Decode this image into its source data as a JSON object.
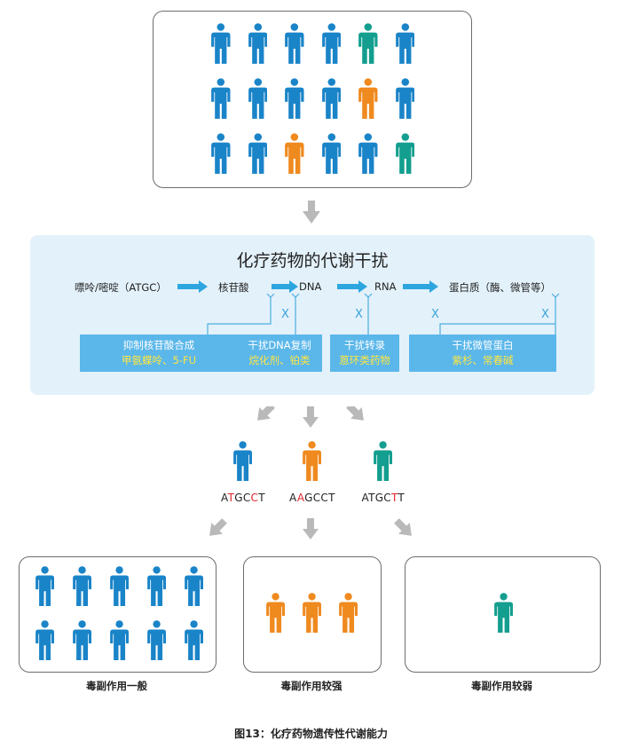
{
  "colors": {
    "blue": "#1a84c8",
    "orange": "#ef8a1f",
    "teal": "#139e8f",
    "red": "#e2232a",
    "accent": "#5bb7ea",
    "yellow": "#ffe640"
  },
  "icons": {
    "person": "person-icon",
    "arrow": "gray-down-arrow-icon"
  },
  "population": {
    "rows": [
      [
        "blue",
        "blue",
        "blue",
        "blue",
        "teal",
        "blue"
      ],
      [
        "blue",
        "blue",
        "blue",
        "blue",
        "orange",
        "blue"
      ],
      [
        "blue",
        "blue",
        "orange",
        "blue",
        "blue",
        "teal"
      ]
    ]
  },
  "panel": {
    "title": "化疗药物的代谢干扰",
    "flow": [
      "嘌呤/嘧啶（ATGC）",
      "核苷酸",
      "DNA",
      "RNA",
      "蛋白质（酶、微管等）"
    ],
    "block_mark": "X",
    "mechanisms": [
      {
        "line1": "抑制核苷酸合成",
        "line2": "甲氨蝶呤、5-FU"
      },
      {
        "line1": "干扰DNA复制",
        "line2": "烷化剂、铂类"
      },
      {
        "line1": "干扰转录",
        "line2": "蒽环类药物"
      },
      {
        "line1": "干扰微管蛋白",
        "line2": "紫杉、常春碱"
      }
    ]
  },
  "genotypes": [
    {
      "color": "blue",
      "parts": [
        {
          "t": "A",
          "red": false
        },
        {
          "t": "T",
          "red": true
        },
        {
          "t": "GC",
          "red": false
        },
        {
          "t": "C",
          "red": true
        },
        {
          "t": "T",
          "red": false
        }
      ]
    },
    {
      "color": "orange",
      "parts": [
        {
          "t": "A",
          "red": false
        },
        {
          "t": "A",
          "red": true
        },
        {
          "t": "GCCT",
          "red": false
        }
      ]
    },
    {
      "color": "teal",
      "parts": [
        {
          "t": "ATGC",
          "red": false
        },
        {
          "t": "T",
          "red": true
        },
        {
          "t": "T",
          "red": false
        }
      ]
    }
  ],
  "outcomes": [
    {
      "label": "毒副作用一般",
      "color": "blue",
      "count": 10
    },
    {
      "label": "毒副作用较强",
      "color": "orange",
      "count": 3
    },
    {
      "label": "毒副作用较弱",
      "color": "teal",
      "count": 1
    }
  ],
  "caption": "图13：化疗药物遗传性代谢能力"
}
